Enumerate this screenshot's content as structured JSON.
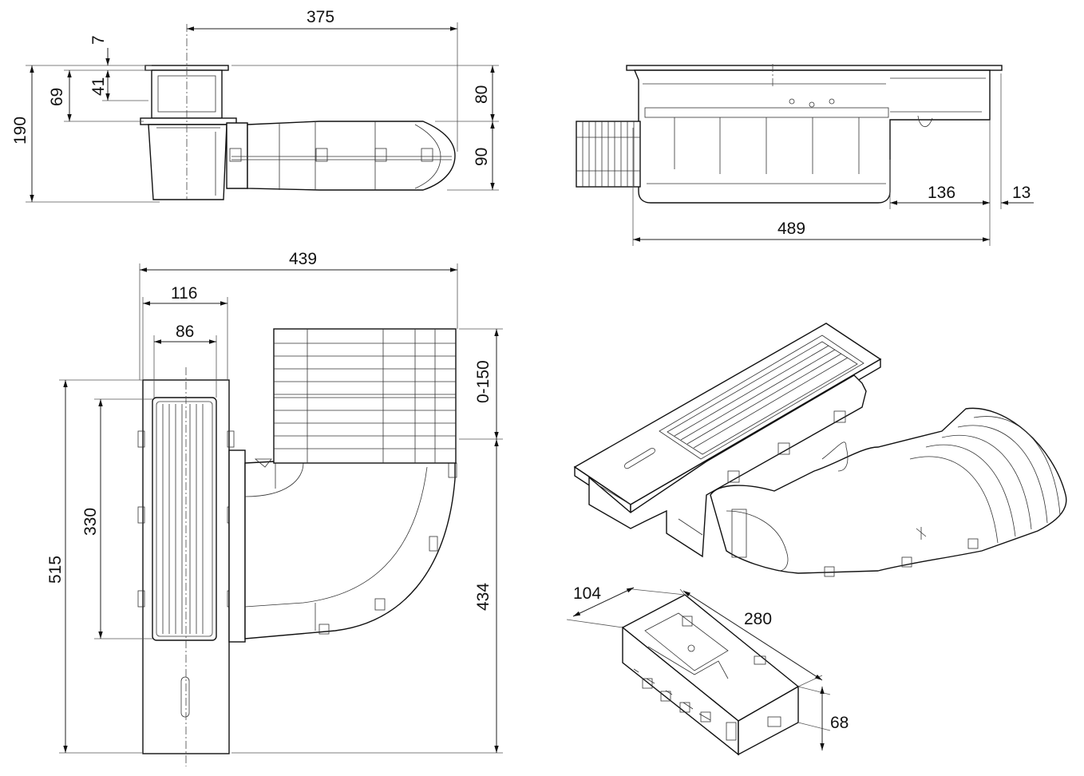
{
  "views": {
    "side_view": {
      "dimensions": {
        "d375": "375",
        "d7": "7",
        "d41": "41",
        "d69": "69",
        "d80": "80",
        "d90": "90",
        "d190": "190"
      }
    },
    "front_view": {
      "dimensions": {
        "d136": "136",
        "d13": "13",
        "d489": "489"
      }
    },
    "top_view": {
      "dimensions": {
        "d439": "439",
        "d116": "116",
        "d86": "86",
        "d0150": "0-150",
        "d330": "330",
        "d515": "515",
        "d434": "434"
      }
    },
    "isometric_view": {},
    "module_view": {
      "dimensions": {
        "d104": "104",
        "d280": "280",
        "d68": "68"
      }
    }
  },
  "colors": {
    "line": "#111111",
    "background": "#ffffff"
  }
}
